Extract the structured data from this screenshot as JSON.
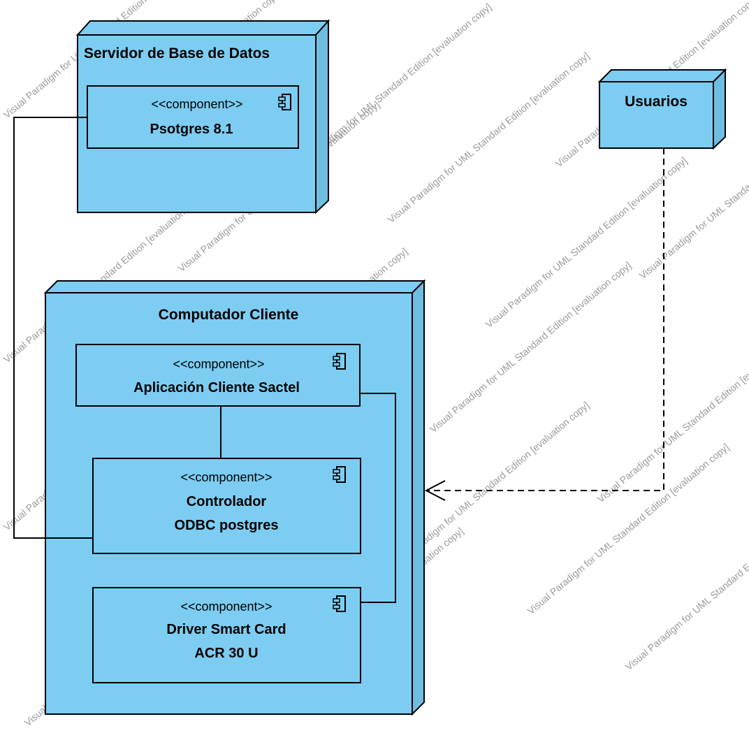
{
  "colors": {
    "node_fill": "#7dcdf2",
    "node_side": "#6fbde3",
    "stroke": "#000000",
    "component_fill": "#7dcdf2"
  },
  "nodes": {
    "db_server": {
      "title": "Servidor de Base de Datos"
    },
    "usuarios": {
      "title": "Usuarios"
    },
    "client": {
      "title": "Computador Cliente"
    }
  },
  "components": {
    "postgres": {
      "stereotype": "<<component>>",
      "name_lines": [
        "Psotgres 8.1"
      ]
    },
    "app": {
      "stereotype": "<<component>>",
      "name_lines": [
        "Aplicación Cliente Sactel"
      ]
    },
    "odbc": {
      "stereotype": "<<component>>",
      "name_lines": [
        "Controlador",
        "ODBC postgres"
      ]
    },
    "driver": {
      "stereotype": "<<component>>",
      "name_lines": [
        "Driver Smart Card",
        "ACR 30 U"
      ]
    }
  },
  "watermark": "Visual Paradigm for UML Standard Edition [evaluation copy]"
}
